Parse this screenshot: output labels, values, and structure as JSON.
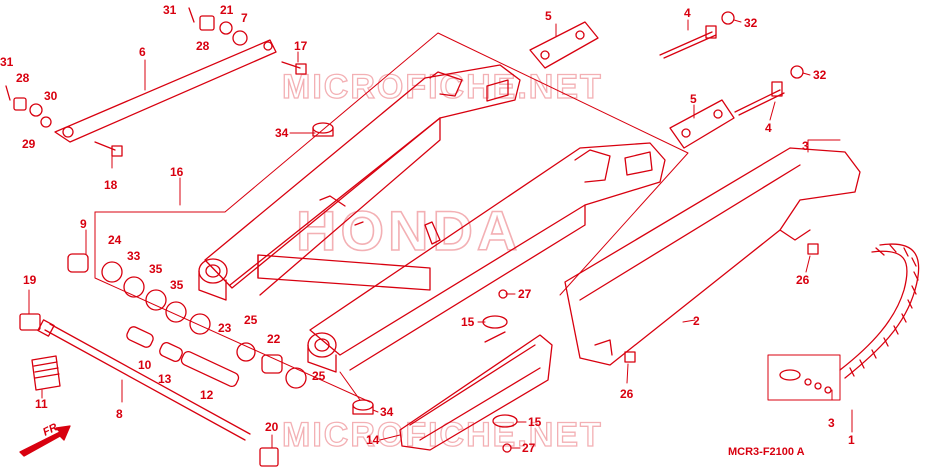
{
  "watermarks": {
    "top": "MICROFICHE.NET",
    "bottom": "MICROFICHE.NET",
    "center": "HONDA"
  },
  "diagram_code": "MCR3-F2100 A",
  "front_indicator": "FR.",
  "colors": {
    "line": "#d8000f",
    "watermark": "#f3b0b4",
    "background": "#ffffff"
  },
  "labels": {
    "l31a": "31",
    "l28a": "28",
    "l21": "21",
    "l7": "7",
    "l5a": "5",
    "l4a": "4",
    "l32a": "32",
    "l32b": "32",
    "l17": "17",
    "l6": "6",
    "l31b": "31",
    "l28b": "28",
    "l30": "30",
    "l29": "29",
    "l34a": "34",
    "l5b": "5",
    "l4b": "4",
    "l18": "18",
    "l16": "16",
    "l3": "3",
    "l9": "9",
    "l24": "24",
    "l33": "33",
    "l35a": "35",
    "l35b": "35",
    "l26a": "26",
    "l19": "19",
    "l27a": "27",
    "l15a": "15",
    "l25a": "25",
    "l22": "22",
    "l23": "23",
    "l10": "10",
    "l13": "13",
    "l25b": "25",
    "l2": "2",
    "l12": "12",
    "l11": "11",
    "l26b": "26",
    "l8": "8",
    "l34b": "34",
    "l15b": "15",
    "l20": "20",
    "l14": "14",
    "l27b": "27",
    "l1": "1"
  }
}
